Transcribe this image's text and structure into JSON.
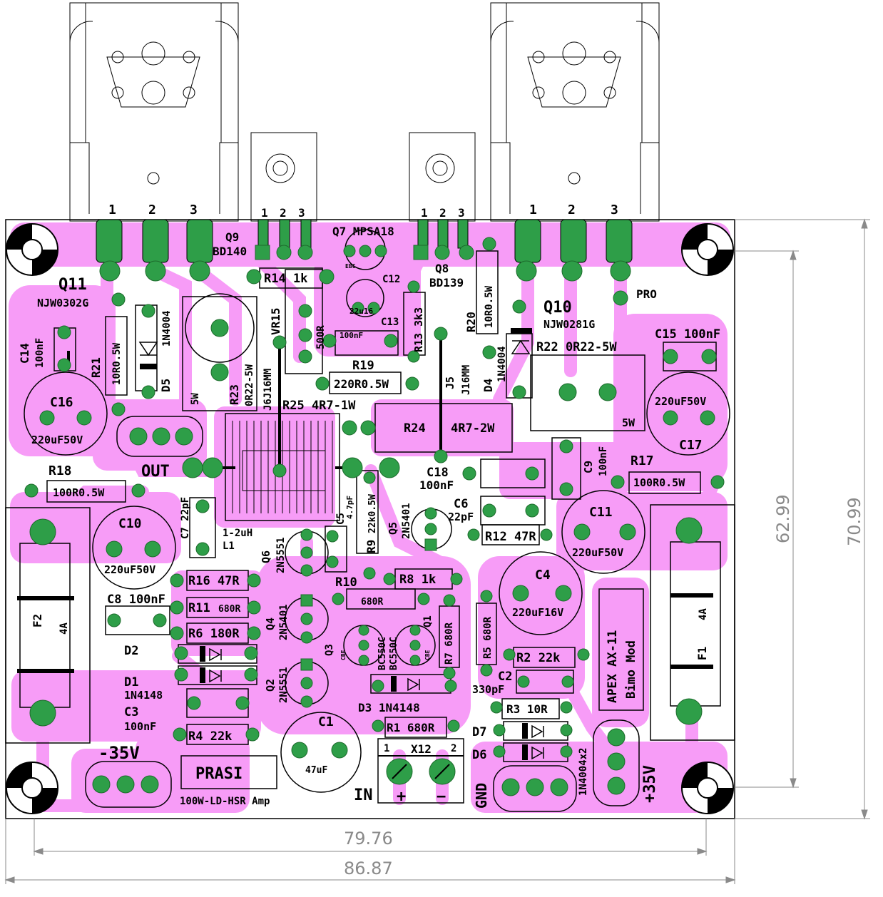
{
  "colors": {
    "copper": "#f79cf7",
    "pad": "#2e9e48",
    "pad_hole": "#1d6b2c",
    "silk": "#000000",
    "dim": "#8a8a8a"
  },
  "board": {
    "name": "PRASI",
    "subtitle": "100W-LD-HSR Amp",
    "mod_line1": "APEX AX-11",
    "mod_line2": "Bimo Mod"
  },
  "transistors": {
    "q11": {
      "ref": "Q11",
      "part": "NJW0302G"
    },
    "q10": {
      "ref": "Q10",
      "part": "NJW0281G"
    },
    "q9": {
      "ref": "Q9",
      "part": "BD140"
    },
    "q7": {
      "ref": "Q7",
      "part": "MPSA18"
    },
    "q8": {
      "ref": "Q8",
      "part": "BD139"
    },
    "q5": {
      "ref": "Q5",
      "part": "2N5401"
    },
    "q6": {
      "ref": "Q6",
      "part": "2N5551"
    },
    "q4": {
      "ref": "Q4",
      "part": "2N5401"
    },
    "q2": {
      "ref": "Q2",
      "part": "2N5551"
    },
    "q3": {
      "ref": "Q3",
      "part": "BC550C"
    },
    "q1": {
      "ref": "Q1",
      "part": "BC550C"
    }
  },
  "pins": {
    "p1": "1",
    "p2": "2",
    "p3": "3",
    "ebc": "EBC",
    "cbe": "CBE"
  },
  "resistors": {
    "r1": "R1 680R",
    "r2": "R2 22k",
    "r3": "R3 10R",
    "r4": "R4 22k",
    "r5": "R5 680R",
    "r6": "R6 180R",
    "r7": "R7 680R",
    "r8": "R8 1k",
    "r9": "R9",
    "r9v": "22k0.5W",
    "r10": "R10",
    "r10v": "680R",
    "r11": "R11",
    "r11v": "680R",
    "r12": "R12 47R",
    "r13": "R13 3k3",
    "r14": "R14 1k",
    "r16": "R16 47R",
    "r17": "R17",
    "r17v": "100R0.5W",
    "r18": "R18",
    "r18v": "100R0.5W",
    "r19": "R19",
    "r19v": "220R0.5W",
    "r20": "R20",
    "r20v": "10R0.5W",
    "r21": "R21",
    "r21v": "10R0.5W",
    "r22": "R22 0R22-5W",
    "r22w": "5W",
    "r23": "R23",
    "r23v": "0R22-5W",
    "r23w": "5W",
    "r24": "R24",
    "r24v": "4R7-2W",
    "r25": "R25 4R7-1W",
    "vr15": "VR15",
    "vr15v": "500R"
  },
  "capacitors": {
    "c1": "C1",
    "c1v": "47uF",
    "c2": "C2",
    "c2v": "330pF",
    "c3": "C3",
    "c3v": "100nF",
    "c4": "C4",
    "c4v": "220uF16V",
    "c5": "C5",
    "c5v": "4.7pF",
    "c6": "C6",
    "c6v": "22pF",
    "c7": "C7 22pF",
    "c8": "C8 100nF",
    "c9": "C9",
    "c9v": "100nF",
    "c10": "C10",
    "c10v": "220uF50V",
    "c11": "C11",
    "c11v": "220uF50V",
    "c12": "C12",
    "c12v": "22u16",
    "c13": "C13",
    "c13v": "100nF",
    "c14": "C14",
    "c14v": "100nF",
    "c15": "C15 100nF",
    "c16": "C16",
    "c16v": "220uF50V",
    "c17": "C17",
    "c17v": "220uF50V",
    "c18": "C18",
    "c18v": "100nF"
  },
  "diodes": {
    "d1": "D1",
    "d1v": "1N4148",
    "d2": "D2",
    "d3": "D3 1N4148",
    "d4": "D4",
    "d4v": "1N4004",
    "d5": "D5",
    "d5v": "1N4004",
    "d6": "D6",
    "d7": "D7",
    "d67v": "1N4004x2"
  },
  "misc": {
    "l1": "L1",
    "l1v": "1-2uH",
    "j5": "J5",
    "j5v": "J16MM",
    "j6": "J6J16MM",
    "f1": "F1",
    "f1v": "4A",
    "f2": "F2",
    "f2v": "4A",
    "x12": "X12",
    "x12p1": "1",
    "x12p2": "2",
    "out": "OUT",
    "in": "IN",
    "plus": "+",
    "minus": "−",
    "gnd": "GND",
    "vneg": "-35V",
    "vpos": "+35V",
    "pro": "PRO"
  },
  "dimensions": {
    "w_inner": "79.76",
    "w_outer": "86.87",
    "h_inner": "62.99",
    "h_outer": "70.99"
  }
}
